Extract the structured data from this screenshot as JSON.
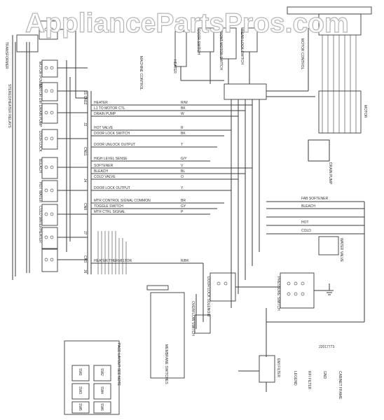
{
  "watermark": "AppliancePartsPros.com",
  "part_number": "22017773",
  "relay_board_title": "STEREO/HEATER RELAYS",
  "relays": [
    {
      "label": "TRANSFORMER"
    },
    {
      "label": "MOTOR POWER"
    },
    {
      "label": "MOTOR DIR"
    },
    {
      "label": "DRAIN PUMP"
    },
    {
      "label": "DOOR LOCK"
    },
    {
      "label": "BLEACH"
    },
    {
      "label": "HOT WATER"
    },
    {
      "label": "COLD WATER"
    },
    {
      "label": "HEATER"
    }
  ],
  "connector_labels": [
    {
      "label": "J1 CN12"
    },
    {
      "label": "J2"
    },
    {
      "label": "CN11"
    },
    {
      "label": "J4"
    },
    {
      "label": "CN8"
    },
    {
      "label": "J7"
    },
    {
      "label": "CN3"
    },
    {
      "label": "J6"
    }
  ],
  "signal_lines": [
    {
      "label": "HEATER",
      "wire": "R/W"
    },
    {
      "label": "L1 TO MOTOR CTL",
      "wire": "BK"
    },
    {
      "label": "DRAIN PUMP",
      "wire": "W"
    },
    {
      "label": "HOT VALVE",
      "wire": "R"
    },
    {
      "label": "DOOR LOCK SWITCH",
      "wire": "BK"
    },
    {
      "label": "DOOR UNLOCK OUTPUT",
      "wire": "T"
    },
    {
      "label": "HIGH LEVEL SENSE",
      "wire": "G/Y"
    },
    {
      "label": "SOFTENER",
      "wire": "V"
    },
    {
      "label": "BLEACH",
      "wire": "BL"
    },
    {
      "label": "COLD VALVE",
      "wire": "O"
    },
    {
      "label": "DOOR LOCK OUTPUT",
      "wire": "Y"
    },
    {
      "label": "MTR CONTROL SIGNAL COMMON",
      "wire": "BR"
    },
    {
      "label": "TOGGLE SWITCH",
      "wire": "GY"
    },
    {
      "label": "MTR CTRL SIGNAL",
      "wire": "P"
    },
    {
      "label": "HEATER THERMISTOR",
      "wire": "R/BK"
    }
  ],
  "components": {
    "machine_control": "MACHINE CONTROL",
    "heater": "HEATER",
    "door_switch": "DOOR SWITCH",
    "front_motor_switch": "FRONT MOTOR SWITCH",
    "rear_lock_switch": "REAR LOCK SWITCH",
    "motor_control": "MOTOR CONTROL",
    "motor": "MOTOR",
    "drain_pump": "DRAIN PUMP",
    "fab_softener": "FAB SOFTENER",
    "bleach": "BLEACH",
    "hot": "HOT",
    "cold": "COLD",
    "water_valve": "WATER VALVE",
    "door_lock": "DOOR LOCK SOLENOID",
    "pressure_switch": "PRESSURE SWITCH",
    "membrane_switches": "MEMBRANE SWITCHES",
    "overflow_switch": "OVERFLOW SWITCH",
    "emi_filter": "EMI FILTER",
    "legend": "LEGEND",
    "ground": "GND",
    "cabinet_frame": "CABINET FRAME",
    "rfi_filter": "RFI FILTER"
  },
  "keypad": {
    "title": "PAGE LAYOUT SEE NOTE",
    "keys": [
      "SW1",
      "SW2",
      "SW3",
      "SW4",
      "SW5",
      "SW6"
    ]
  }
}
